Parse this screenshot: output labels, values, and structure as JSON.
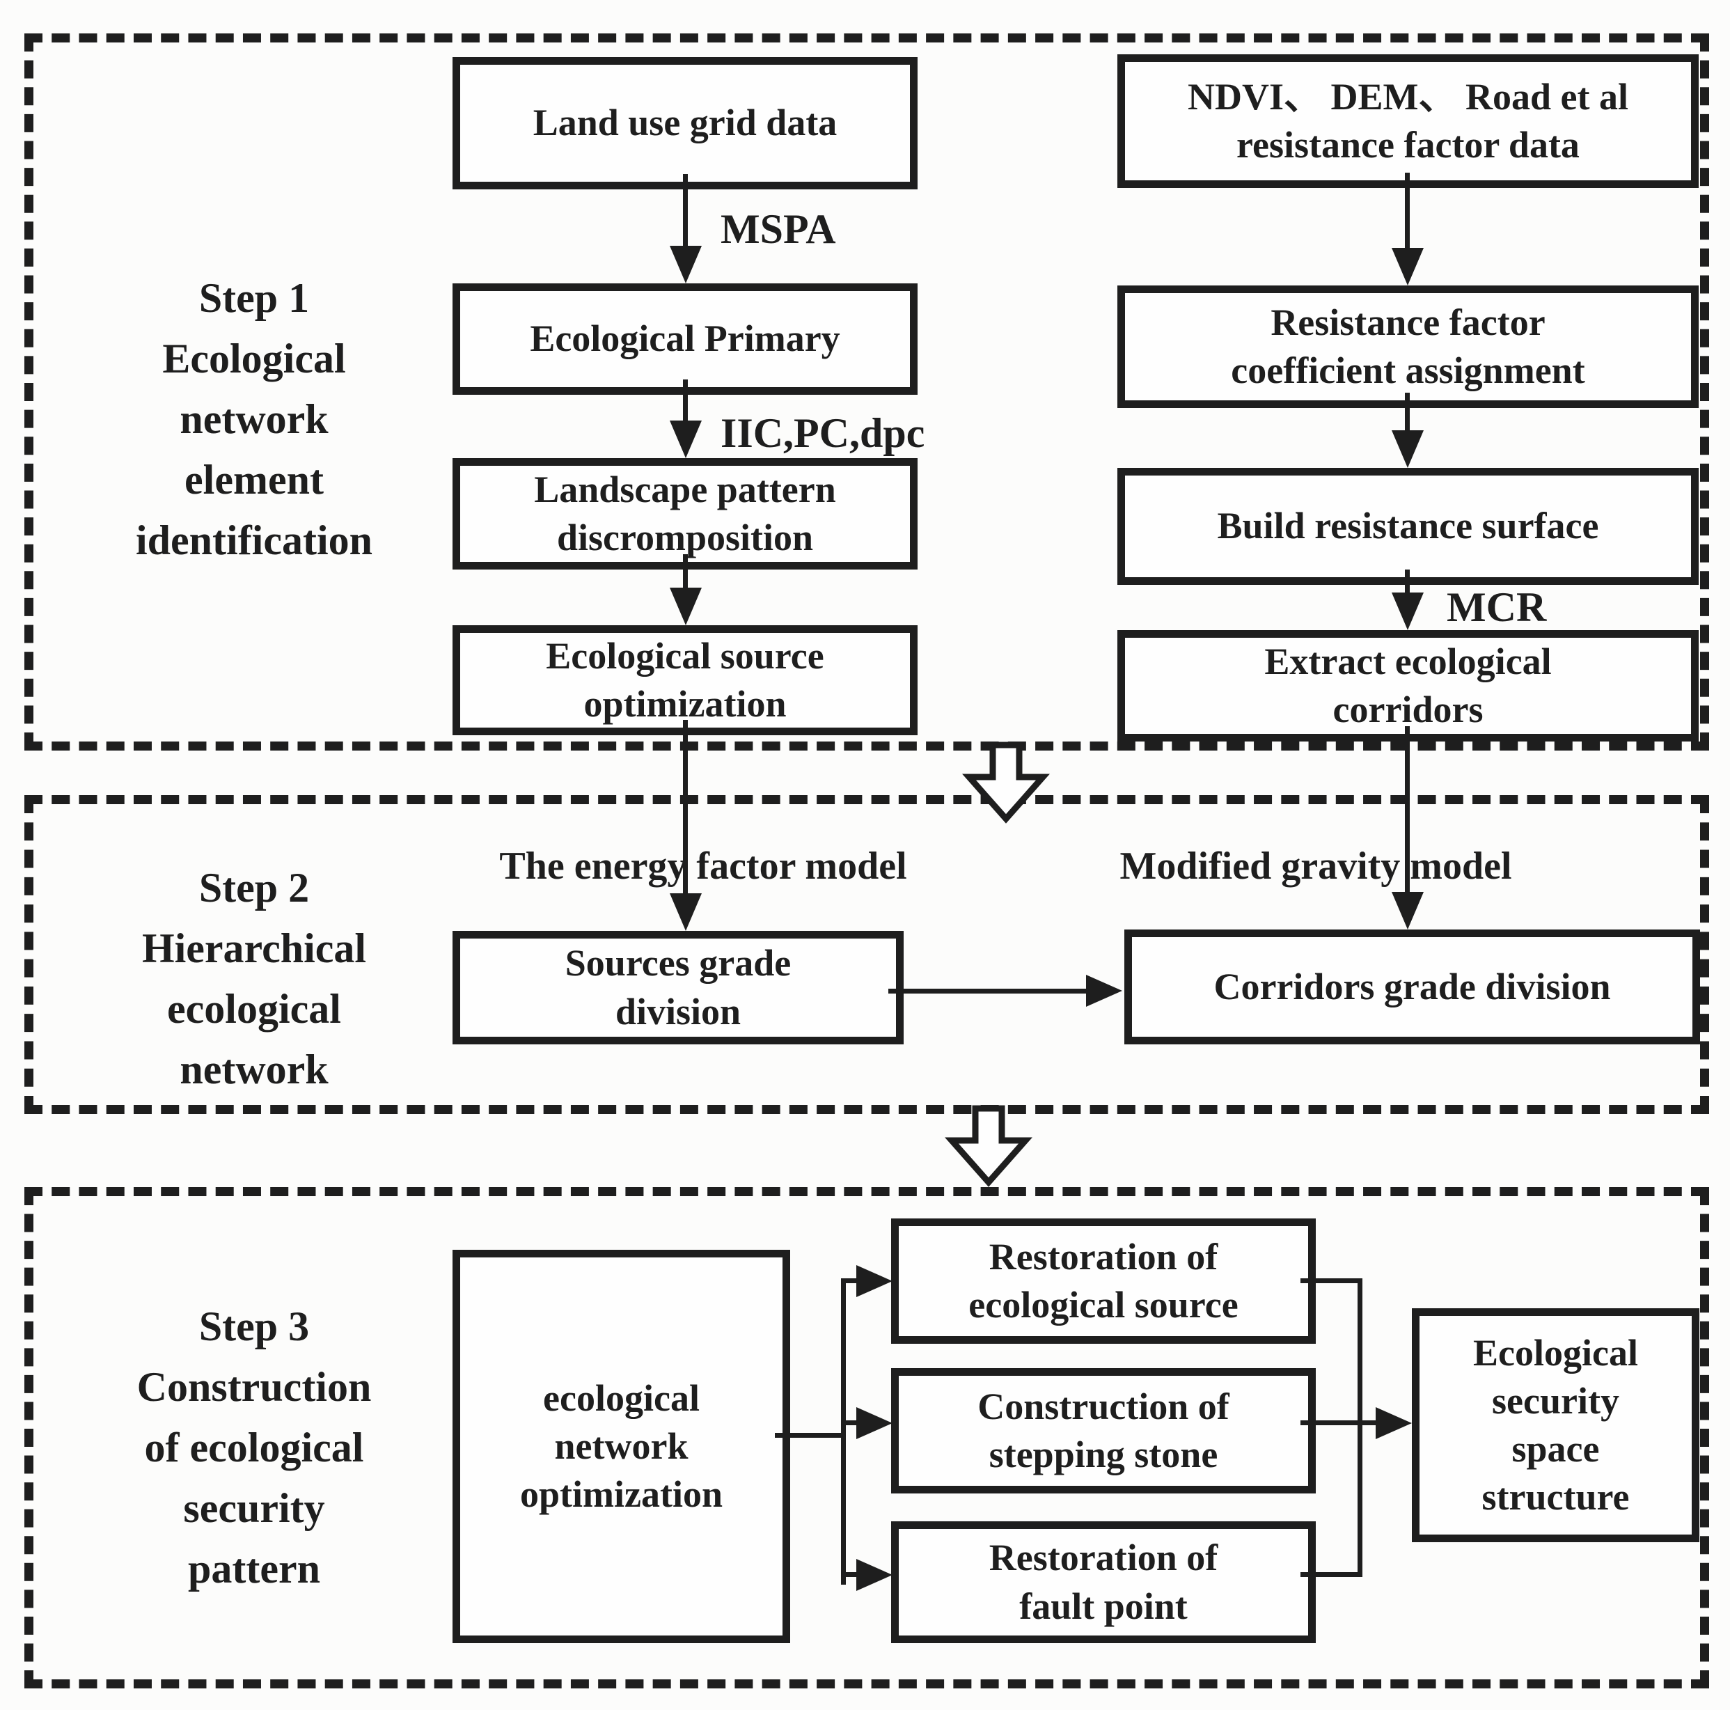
{
  "colors": {
    "ink": "#1e1e1e",
    "background": "#fcfcfb",
    "box_fill": "#fefefe"
  },
  "steps": [
    {
      "label": "Step 1\nEcological\nnetwork\nelement\nidentification"
    },
    {
      "label": "Step 2\nHierarchical\necological\nnetwork"
    },
    {
      "label": "Step 3\nConstruction\nof ecological\nsecurity\npattern"
    }
  ],
  "boxes": {
    "land_use": "Land use grid data",
    "eco_primary": "Ecological Primary",
    "landscape": "Landscape pattern\ndiscromposition",
    "source_opt": "Ecological source\noptimization",
    "ndvi": "NDVI、 DEM、 Road et al\nresistance factor data",
    "resistance_assign": "Resistance factor\ncoefficient assignment",
    "resistance_surface": "Build resistance surface",
    "extract_corridors": "Extract ecological\ncorridors",
    "sources_grade": "Sources grade\ndivision",
    "corridors_grade": "Corridors grade division",
    "eco_network_opt": "ecological\nnetwork\noptimization",
    "restoration_source": "Restoration of\necological source",
    "stepping_stone": "Construction of\nstepping stone",
    "fault_point": "Restoration of\nfault point",
    "eco_security": "Ecological\nsecurity\nspace\nstructure"
  },
  "edge_labels": {
    "mspa": "MSPA",
    "iic_pc_dpc": "IIC,PC,dpc",
    "mcr": "MCR",
    "energy_factor": "The energy factor model",
    "gravity_model": "Modified gravity model"
  }
}
